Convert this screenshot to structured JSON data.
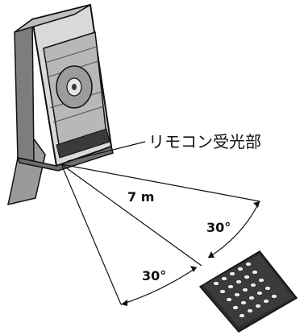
{
  "labels": {
    "sensor": "リモコン受光部",
    "distance": "7 m",
    "angle_right": "30°",
    "angle_left": "30°"
  },
  "colors": {
    "line": "#111111",
    "device_body": "#d9d9d9",
    "device_dark": "#3a3a3a",
    "remote_body": "#2b2b2b",
    "remote_button": "#e8e8e8"
  },
  "icons": {
    "device": "cd-stereo-icon",
    "remote": "remote-control-icon"
  }
}
